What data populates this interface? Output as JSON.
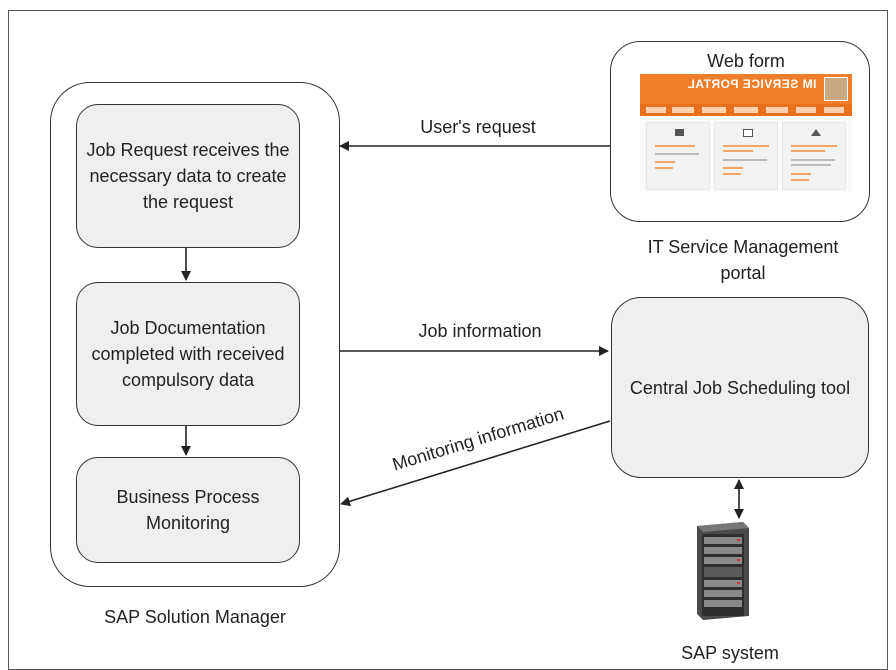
{
  "diagram": {
    "container_label": "SAP Solution Manager",
    "steps": [
      "Job Request receives the necessary data to create the request",
      "Job Documentation completed with received compulsory data",
      "Business Process Monitoring"
    ],
    "webform_title": "Web form",
    "portal_title": "IM SERVICE PORTAL",
    "itsm_label": "IT Service Management portal",
    "central_tool": "Central Job Scheduling tool",
    "sap_system": "SAP system",
    "arrows": {
      "users_request": "User's request",
      "job_information": "Job information",
      "monitoring_information": "Monitoring information"
    }
  },
  "colors": {
    "box_fill": "#efefef",
    "stroke": "#333333",
    "portal_orange": "#f07d2a"
  },
  "icons": [
    "server-rack-icon",
    "home-icon",
    "laptop-icon",
    "server-small-icon",
    "avatar-icon"
  ]
}
